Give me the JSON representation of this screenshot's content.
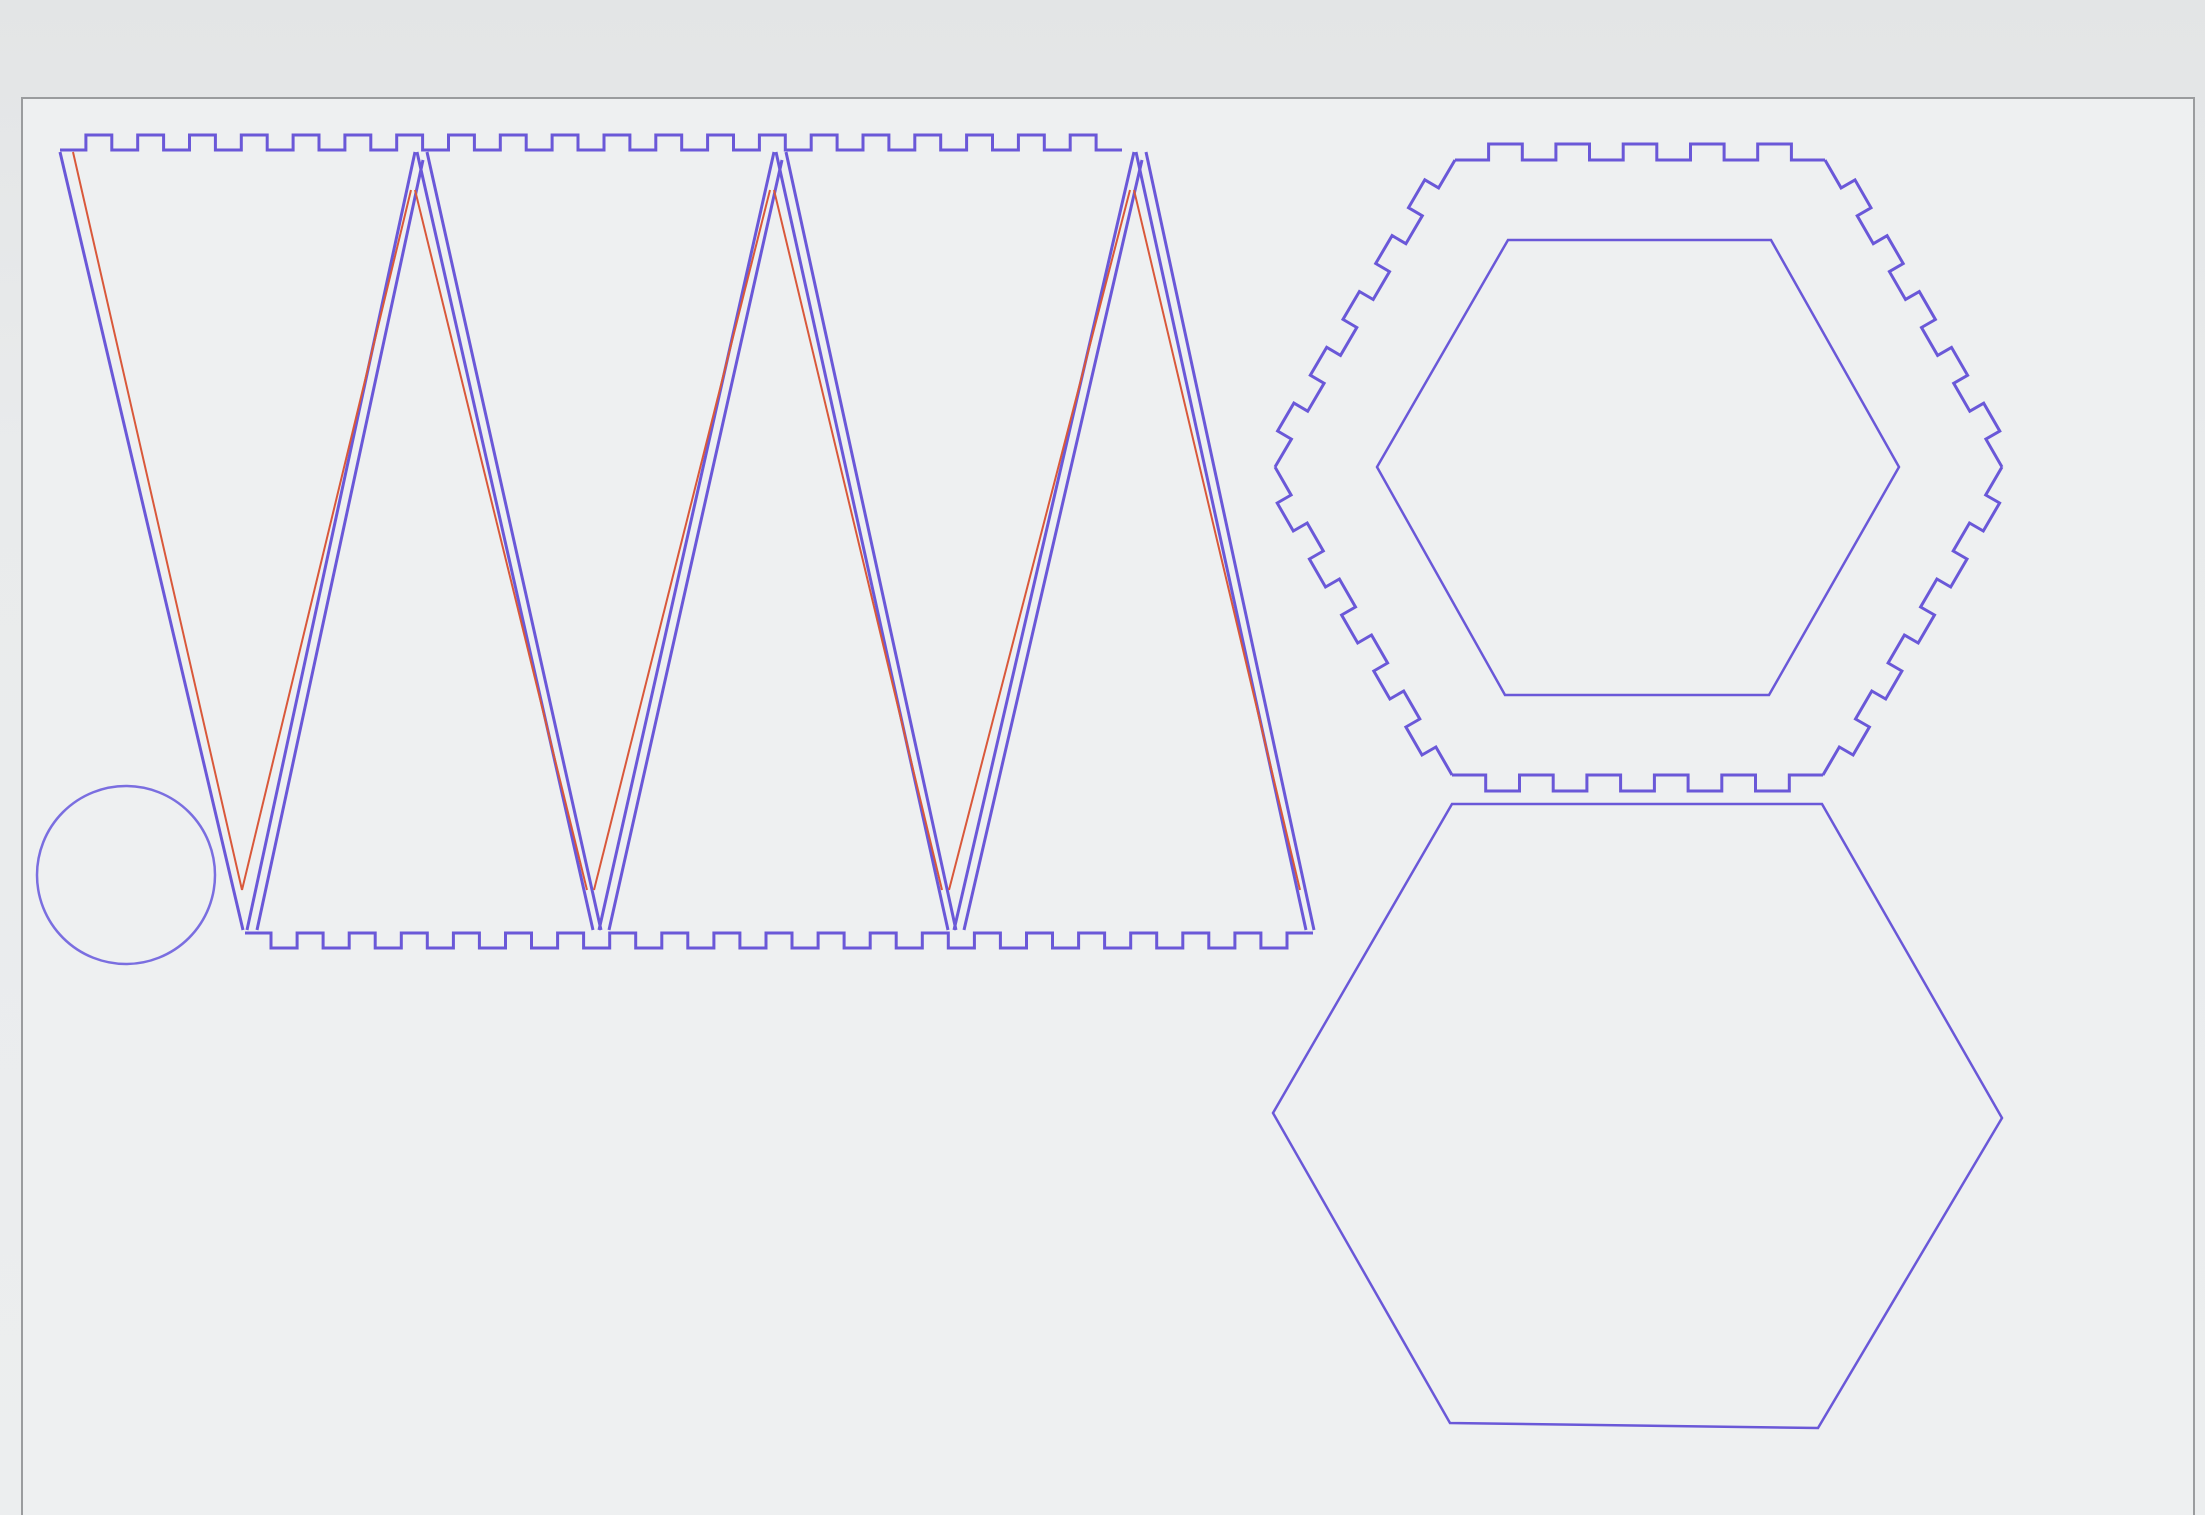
{
  "canvas": {
    "background": "#eef0f1",
    "border_color": "#9a9c9e"
  },
  "colors": {
    "cut_line": "#6a58d8",
    "engrave_line": "#d9583a",
    "circle_line": "#7a6ee0"
  },
  "shapes": {
    "side_panel": "zigzag-finger-joint-strip",
    "top_panel": "hexagon-with-finger-joints-and-inner-cutout",
    "bottom_panel": "plain-hexagon",
    "marker": "circle"
  }
}
